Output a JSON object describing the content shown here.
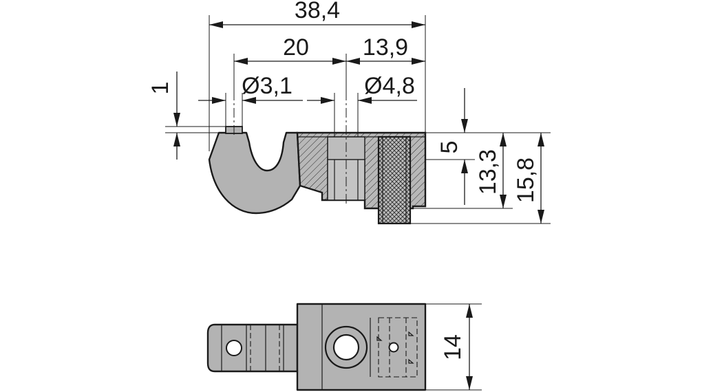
{
  "dimensions": {
    "overall_length": "38,4",
    "hole_spacing": "20",
    "right_offset": "13,9",
    "small_bore": "Ø3,1",
    "large_bore": "Ø4,8",
    "lip_height": "1",
    "slot_depth": "5",
    "body_height": "13,3",
    "total_height": "15,8",
    "width": "14"
  },
  "colors": {
    "part_fill": "#b3b3b3",
    "line": "#1a1a1a",
    "background": "#ffffff"
  }
}
